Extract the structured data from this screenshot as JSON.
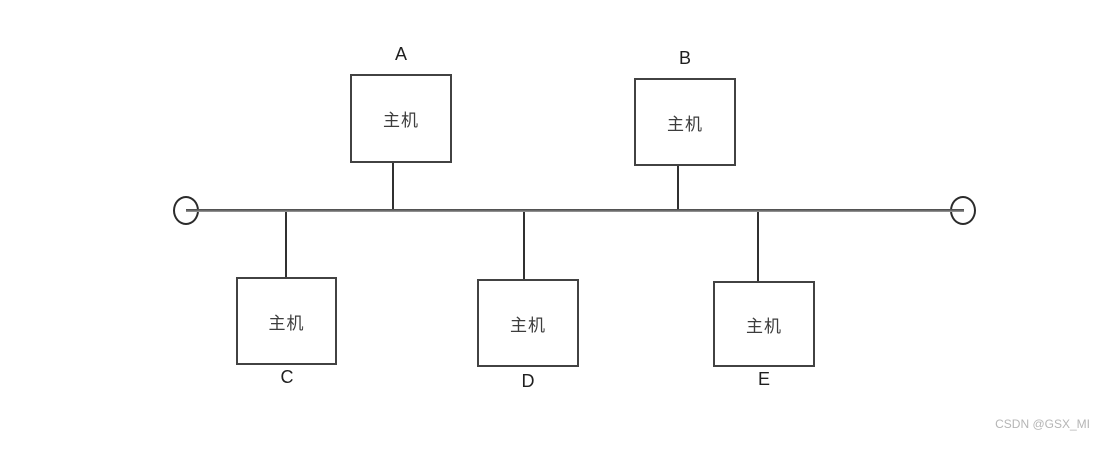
{
  "diagram": {
    "type": "bus-topology-network",
    "bus": {
      "left_terminator": "circle",
      "right_terminator": "circle",
      "orientation": "horizontal"
    },
    "nodes": [
      {
        "label": "A",
        "text": "主机",
        "side": "above-bus"
      },
      {
        "label": "B",
        "text": "主机",
        "side": "above-bus"
      },
      {
        "label": "C",
        "text": "主机",
        "side": "below-bus"
      },
      {
        "label": "D",
        "text": "主机",
        "side": "below-bus"
      },
      {
        "label": "E",
        "text": "主机",
        "side": "below-bus"
      }
    ],
    "colors": {
      "background": "#ffffff",
      "bus_line": "#6e6e6e",
      "box_border": "#424242",
      "box_text": "#3d3d3d",
      "label_text": "#1f1f1f",
      "watermark_text": "#b5b5b5"
    }
  },
  "watermark": {
    "text": "CSDN @GSX_MI"
  }
}
